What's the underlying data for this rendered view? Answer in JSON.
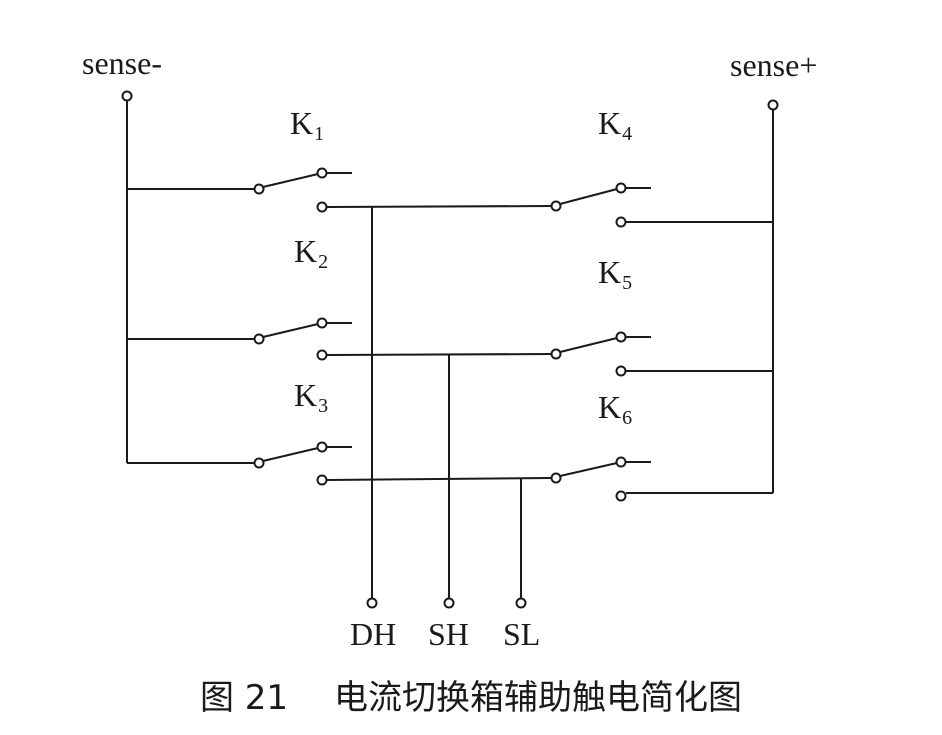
{
  "terminals": {
    "sense_minus": "sense-",
    "sense_plus": "sense+",
    "dh": "DH",
    "sh": "SH",
    "sl": "SL"
  },
  "switches": [
    {
      "letter": "K",
      "sub": "1"
    },
    {
      "letter": "K",
      "sub": "2"
    },
    {
      "letter": "K",
      "sub": "3"
    },
    {
      "letter": "K",
      "sub": "4"
    },
    {
      "letter": "K",
      "sub": "5"
    },
    {
      "letter": "K",
      "sub": "6"
    }
  ],
  "caption": {
    "number": "图 21",
    "title": "电流切换箱辅助触电简化图"
  }
}
